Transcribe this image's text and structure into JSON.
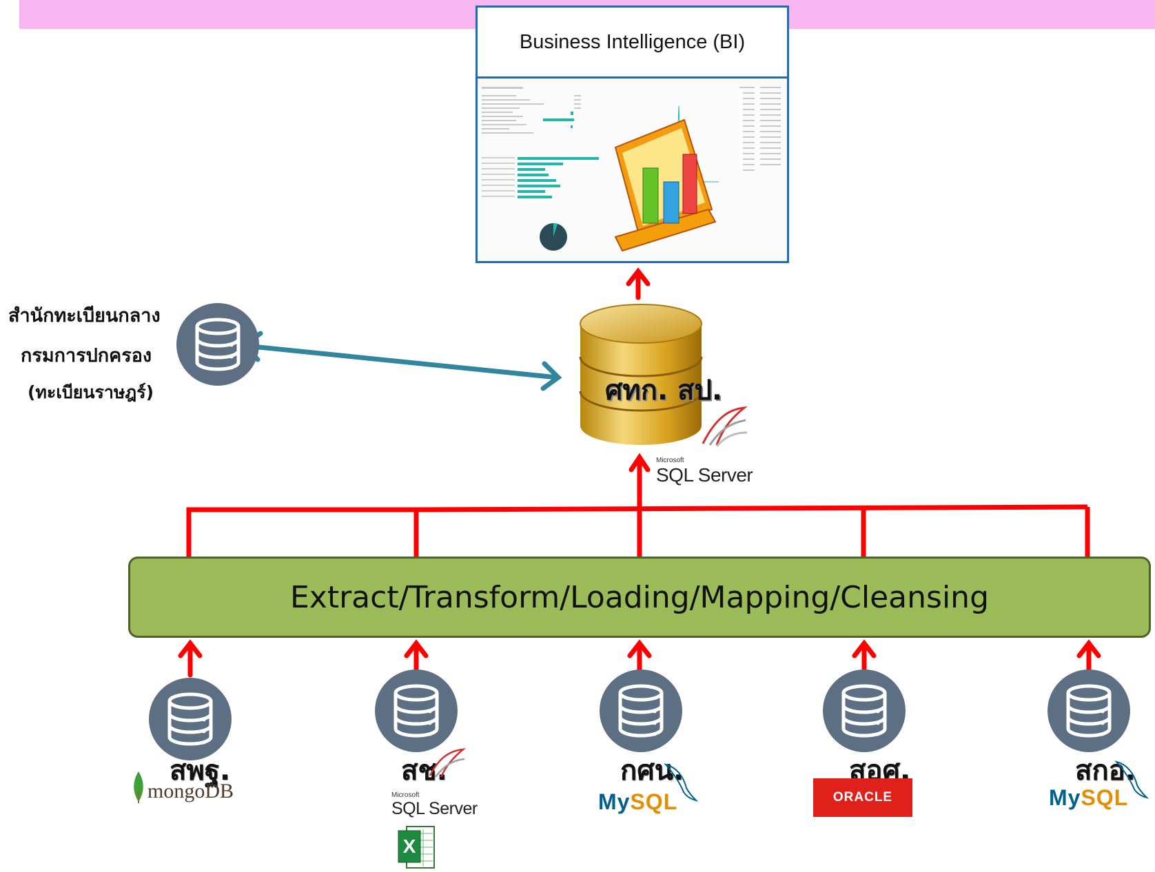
{
  "banner": {
    "color": "#f7b6ef"
  },
  "bi": {
    "title": "Business Intelligence (BI)"
  },
  "center_db": {
    "label": "ศทก. สป.",
    "logo_text": "SQL Server",
    "logo_small": "Microsoft"
  },
  "external": {
    "line1": "สำนักทะเบียนกลาง",
    "line2": "กรมการปกครอง",
    "line3": "(ทะเบียนราษฎร์)"
  },
  "etl": {
    "label": "Extract/Transform/Loading/Mapping/Cleansing",
    "color": "#9bbb59"
  },
  "sources": [
    {
      "label": "สพฐ.",
      "logo": "mongoDB"
    },
    {
      "label": "สช.",
      "logo": "SQL Server",
      "logo_small": "Microsoft",
      "extra_icon": "excel-icon"
    },
    {
      "label": "กศน.",
      "logo_my": "My",
      "logo_sql": "SQL"
    },
    {
      "label": "สอศ.",
      "logo": "ORACLE"
    },
    {
      "label": "สกอ.",
      "logo_my": "My",
      "logo_sql": "SQL"
    }
  ],
  "colors": {
    "flow_arrow": "#ff0000",
    "sync_arrow": "#31859c",
    "db_icon": "#5d6f82",
    "border": "#1f6cb6"
  }
}
